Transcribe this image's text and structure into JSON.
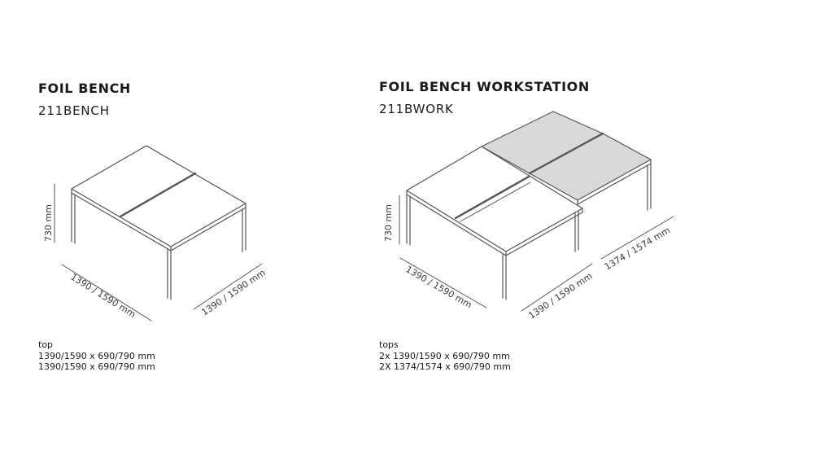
{
  "colors": {
    "line": "#555555",
    "top_fill": "#ffffff",
    "shaded_fill": "#d9d9d9",
    "text": "#1a1a1a"
  },
  "bench": {
    "title": "FOIL BENCH",
    "code": "211BENCH",
    "dim_height": "730 mm",
    "dim_length": "1390 / 1590 mm",
    "dim_depth": "1390 / 1590 mm",
    "specs_label": "top",
    "specs": [
      "1390/1590 x 690/790 mm",
      "1390/1590 x 690/790 mm"
    ]
  },
  "workstation": {
    "title": "FOIL BENCH WORKSTATION",
    "code": "211BWORK",
    "dim_height": "730 mm",
    "dim_length": "1390 / 1590 mm",
    "dim_depth": "1390 / 1590 mm",
    "dim_depth2": "1374 / 1574 mm",
    "specs_label": "tops",
    "specs": [
      "2x 1390/1590 x 690/790 mm",
      "2X 1374/1574 x 690/790 mm"
    ]
  }
}
